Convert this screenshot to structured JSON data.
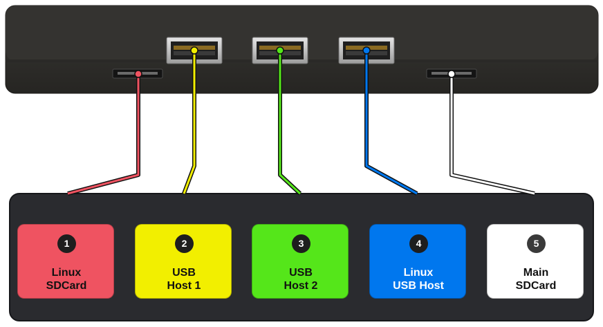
{
  "ports": [
    {
      "number": "1",
      "label_line1": "Linux",
      "label_line2": "SDCard",
      "color": "#ef5361",
      "text_color": "#111111",
      "badge_color": "#1e1e1e",
      "connector": "micro-sd-slot"
    },
    {
      "number": "2",
      "label_line1": "USB",
      "label_line2": "Host 1",
      "color": "#f2ef00",
      "text_color": "#111111",
      "badge_color": "#1e1e1e",
      "connector": "usb-a-port"
    },
    {
      "number": "3",
      "label_line1": "USB",
      "label_line2": "Host 2",
      "color": "#55e61a",
      "text_color": "#111111",
      "badge_color": "#1e1e1e",
      "connector": "usb-a-port"
    },
    {
      "number": "4",
      "label_line1": "Linux",
      "label_line2": "USB Host",
      "color": "#0077ee",
      "text_color": "#ffffff",
      "badge_color": "#1e1e1e",
      "connector": "usb-a-port"
    },
    {
      "number": "5",
      "label_line1": "Main",
      "label_line2": "SDCard",
      "color": "#ffffff",
      "text_color": "#111111",
      "badge_color": "#3a3a3a",
      "connector": "micro-sd-slot"
    }
  ],
  "colors": {
    "device_body": "#2e2d2b",
    "legend_panel": "#2a2b2f",
    "port_metal": "#c9c9c9"
  }
}
